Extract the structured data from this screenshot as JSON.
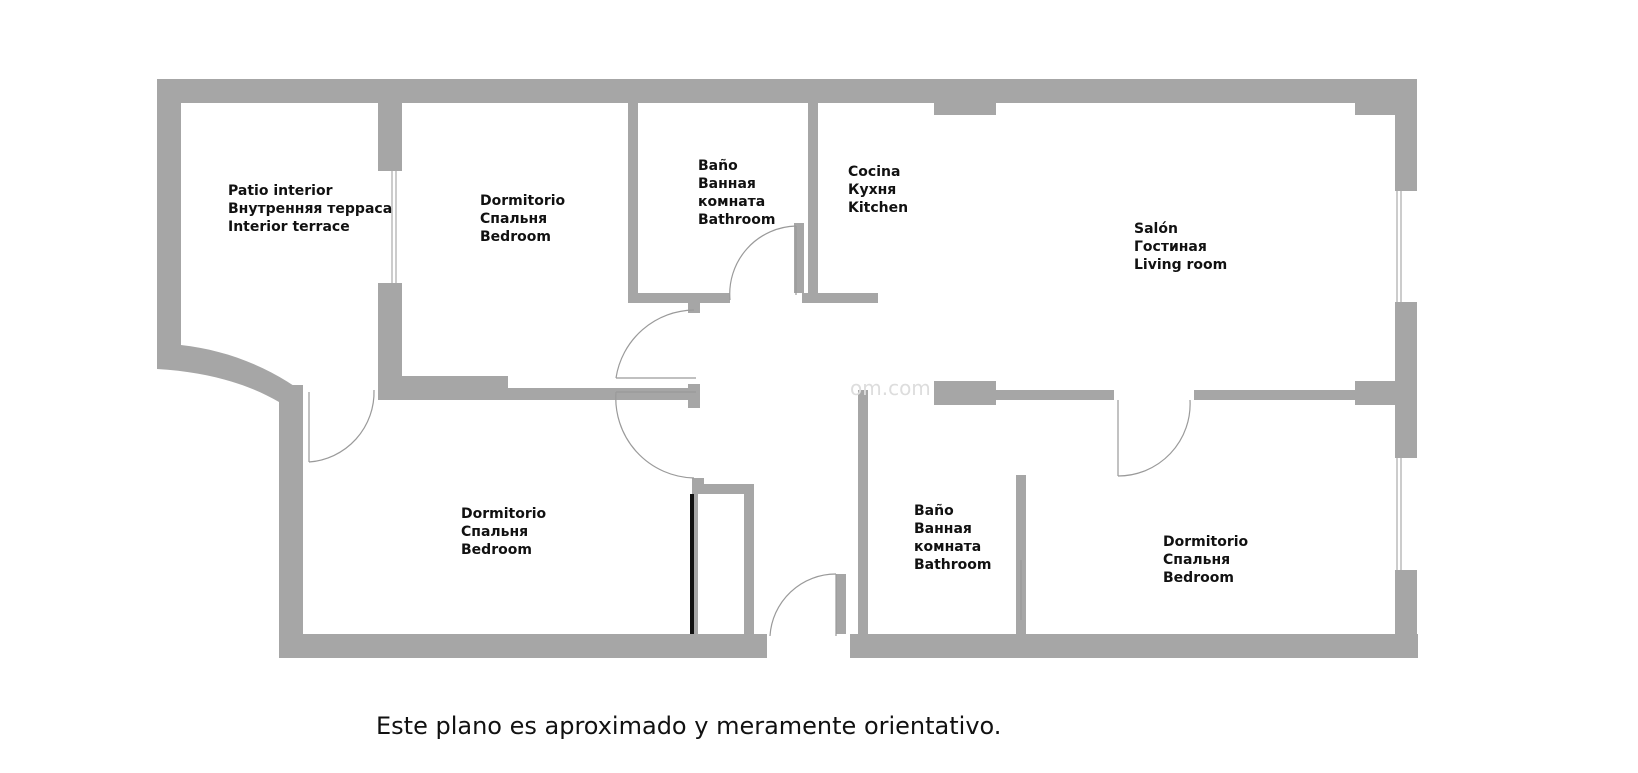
{
  "colors": {
    "wall": "#a6a6a6",
    "door_line": "#9a9a9a",
    "text": "#111111",
    "background": "#ffffff"
  },
  "rooms": {
    "patio": {
      "es": "Patio interior",
      "ru": "Внутренняя терраса",
      "en": "Interior terrace"
    },
    "bedroom_top": {
      "es": "Dormitorio",
      "ru": "Спальня",
      "en": "Bedroom"
    },
    "bathroom_top": {
      "es": "Baño",
      "ru1": "Ванная",
      "ru2": "комната",
      "en": "Bathroom"
    },
    "kitchen": {
      "es": "Cocina",
      "ru": "Кухня",
      "en": "Kitchen"
    },
    "living": {
      "es": "Salón",
      "ru": "Гостиная",
      "en": "Living room"
    },
    "bedroom_bottom_left": {
      "es": "Dormitorio",
      "ru": "Спальня",
      "en": "Bedroom"
    },
    "bathroom_bottom": {
      "es": "Baño",
      "ru1": "Ванная",
      "ru2": "комната",
      "en": "Bathroom"
    },
    "bedroom_bottom_right": {
      "es": "Dormitorio",
      "ru": "Спальня",
      "en": "Bedroom"
    }
  },
  "watermark": "om.com",
  "footnote": "Este plano es aproximado y meramente orientativo."
}
